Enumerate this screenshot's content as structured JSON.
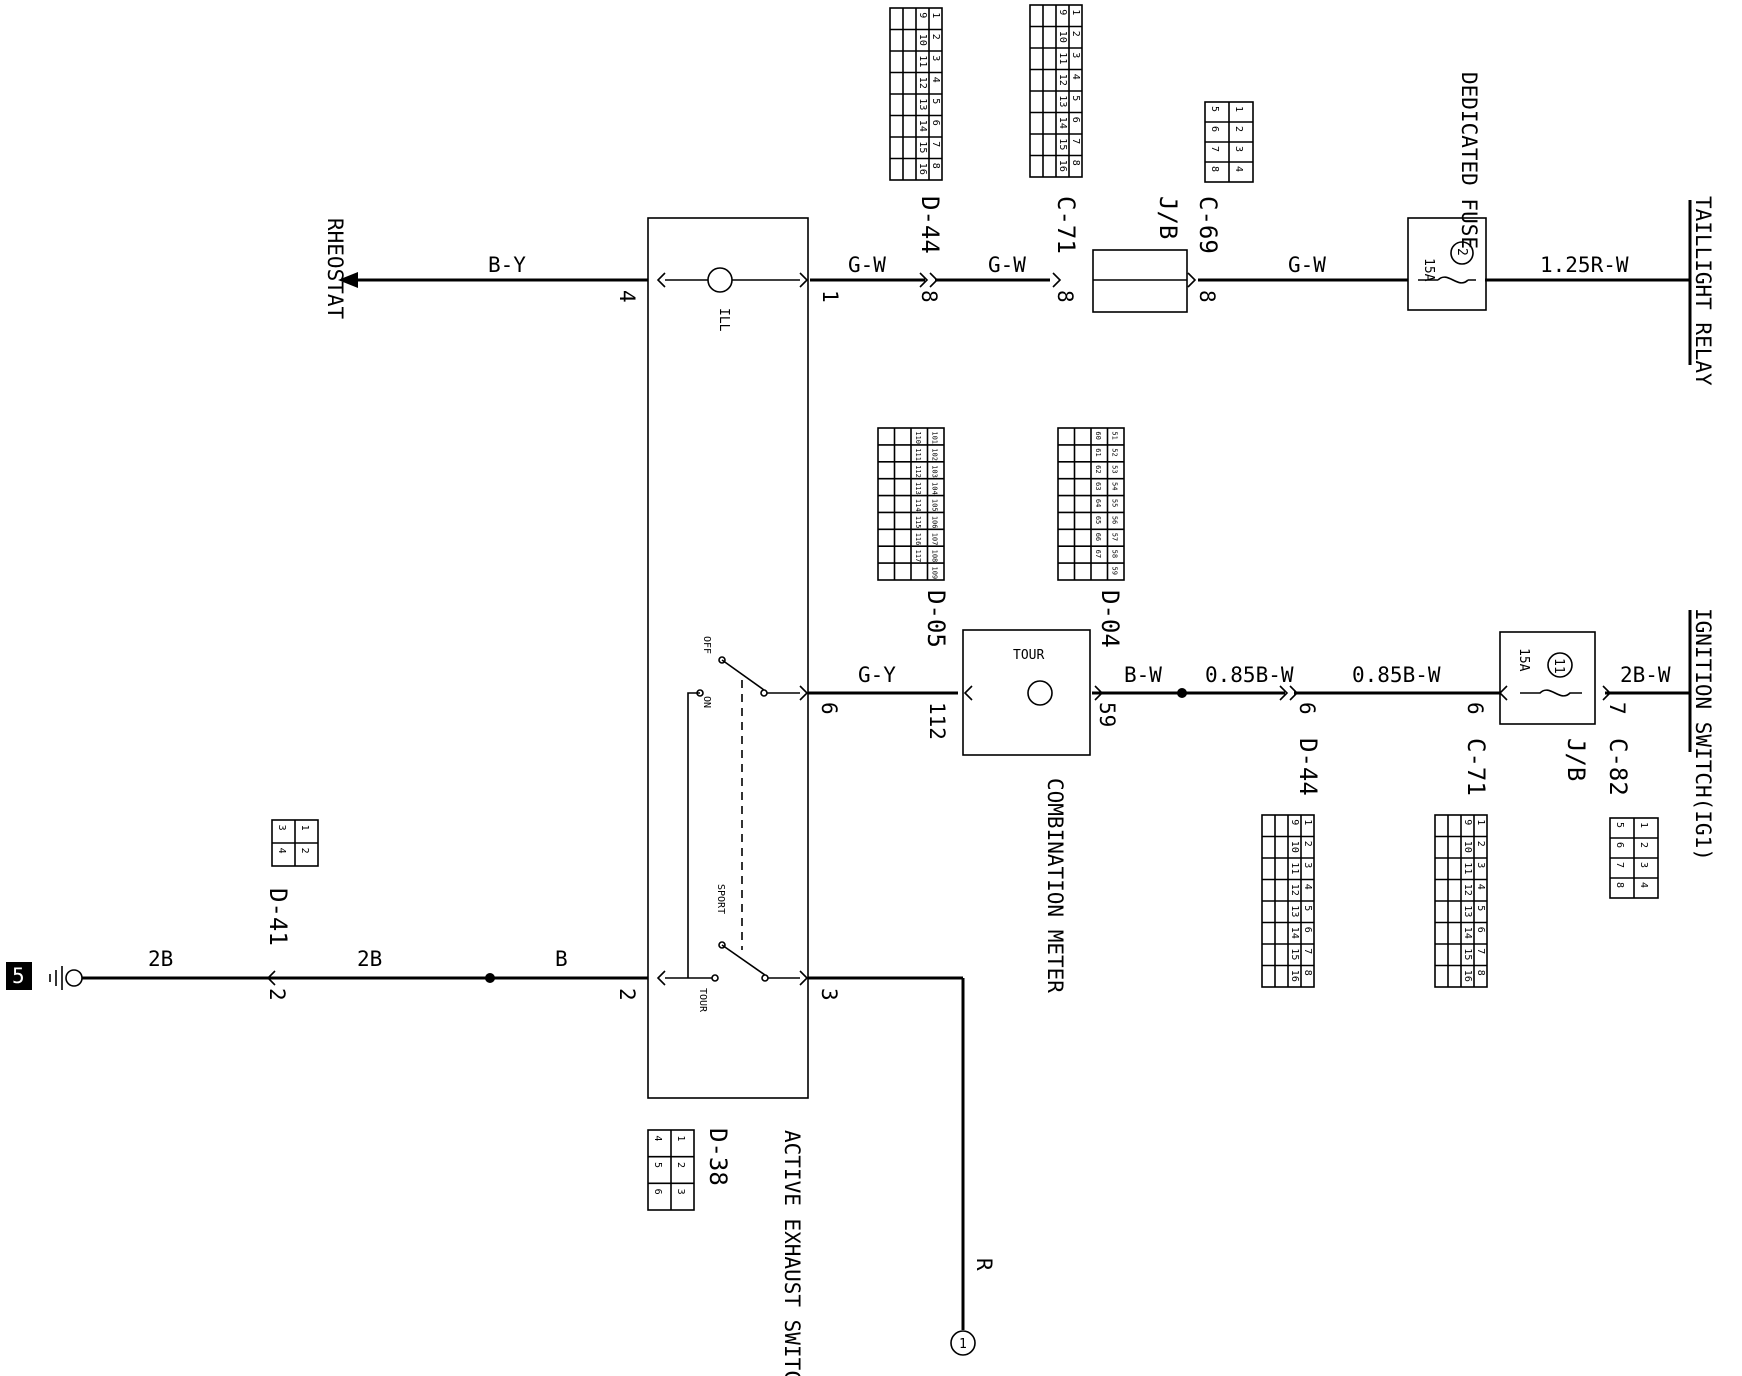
{
  "components": {
    "rheostat": "RHEOSTAT",
    "taillight_relay": "TAILLIGHT RELAY",
    "dedicated_fuse": "DEDICATED FUSE",
    "fuse_top": {
      "number": "2",
      "rating": "15A"
    },
    "fuse_bottom": {
      "number": "11",
      "rating": "15A"
    },
    "ignition_switch": "IGNITION SWITCH(IG1)",
    "combination_meter": "COMBINATION METER",
    "combination_meter_mode": "TOUR",
    "active_exhaust_switch": "ACTIVE EXHAUST SWITCH",
    "switch_lamp": "ILL",
    "switch_off": "OFF",
    "switch_on": "ON",
    "switch_sport": "SPORT",
    "switch_tour": "TOUR",
    "ground_ref": "5",
    "continue_ref": "1"
  },
  "wires": {
    "rheostat": "B-Y",
    "sw_to_d44": "G-W",
    "d44_to_c71": "G-W",
    "c69_to_fuse": "G-W",
    "relay_feed": "1.25R-W",
    "sw_to_meter": "G-Y",
    "meter_out": "B-W",
    "d44_to_c71_bottom": "0.85B-W",
    "c71_to_fuse_bottom": "0.85B-W",
    "ign_feed": "2B-W",
    "ground_1": "2B",
    "ground_2": "2B",
    "ground_3": "B",
    "out_r": "R"
  },
  "pins": {
    "sw4": "4",
    "sw1": "1",
    "d44_top": "8",
    "c71_top": "8",
    "c69_top": "8",
    "sw6": "6",
    "meter_in": "112",
    "meter_out": "59",
    "d44_bot": "6",
    "c71_bot": "6",
    "c82": "7",
    "d41": "2",
    "sw2": "2",
    "sw3": "3"
  },
  "connectors": {
    "d44_top": "D-44",
    "c71_top": "C-71",
    "c69": "C-69",
    "jb_top": "J/B",
    "d05": "D-05",
    "d04": "D-04",
    "d44_bottom": "D-44",
    "c71_bottom": "C-71",
    "jb_bottom": "J/B",
    "c82": "C-82",
    "d41": "D-41",
    "d38": "D-38"
  },
  "connector_faces": {
    "d16": [
      "1",
      "2",
      "3",
      "4",
      "5",
      "6",
      "7",
      "8",
      "9",
      "10",
      "11",
      "12",
      "13",
      "14",
      "15",
      "16"
    ],
    "d8": [
      "1",
      "2",
      "3",
      "4",
      "5",
      "6",
      "7",
      "8"
    ],
    "d4": [
      "1",
      "2",
      "3",
      "4"
    ],
    "d6": [
      "1",
      "2",
      "3",
      "4",
      "5",
      "6"
    ],
    "d05": [
      "101",
      "102",
      "103",
      "104",
      "105",
      "106",
      "107",
      "108",
      "109",
      "110",
      "111",
      "112",
      "113",
      "114",
      "115",
      "116",
      "117"
    ],
    "d04": [
      "51",
      "52",
      "53",
      "54",
      "55",
      "56",
      "57",
      "58",
      "59",
      "60",
      "61",
      "62",
      "63",
      "64",
      "65",
      "66",
      "67"
    ]
  }
}
